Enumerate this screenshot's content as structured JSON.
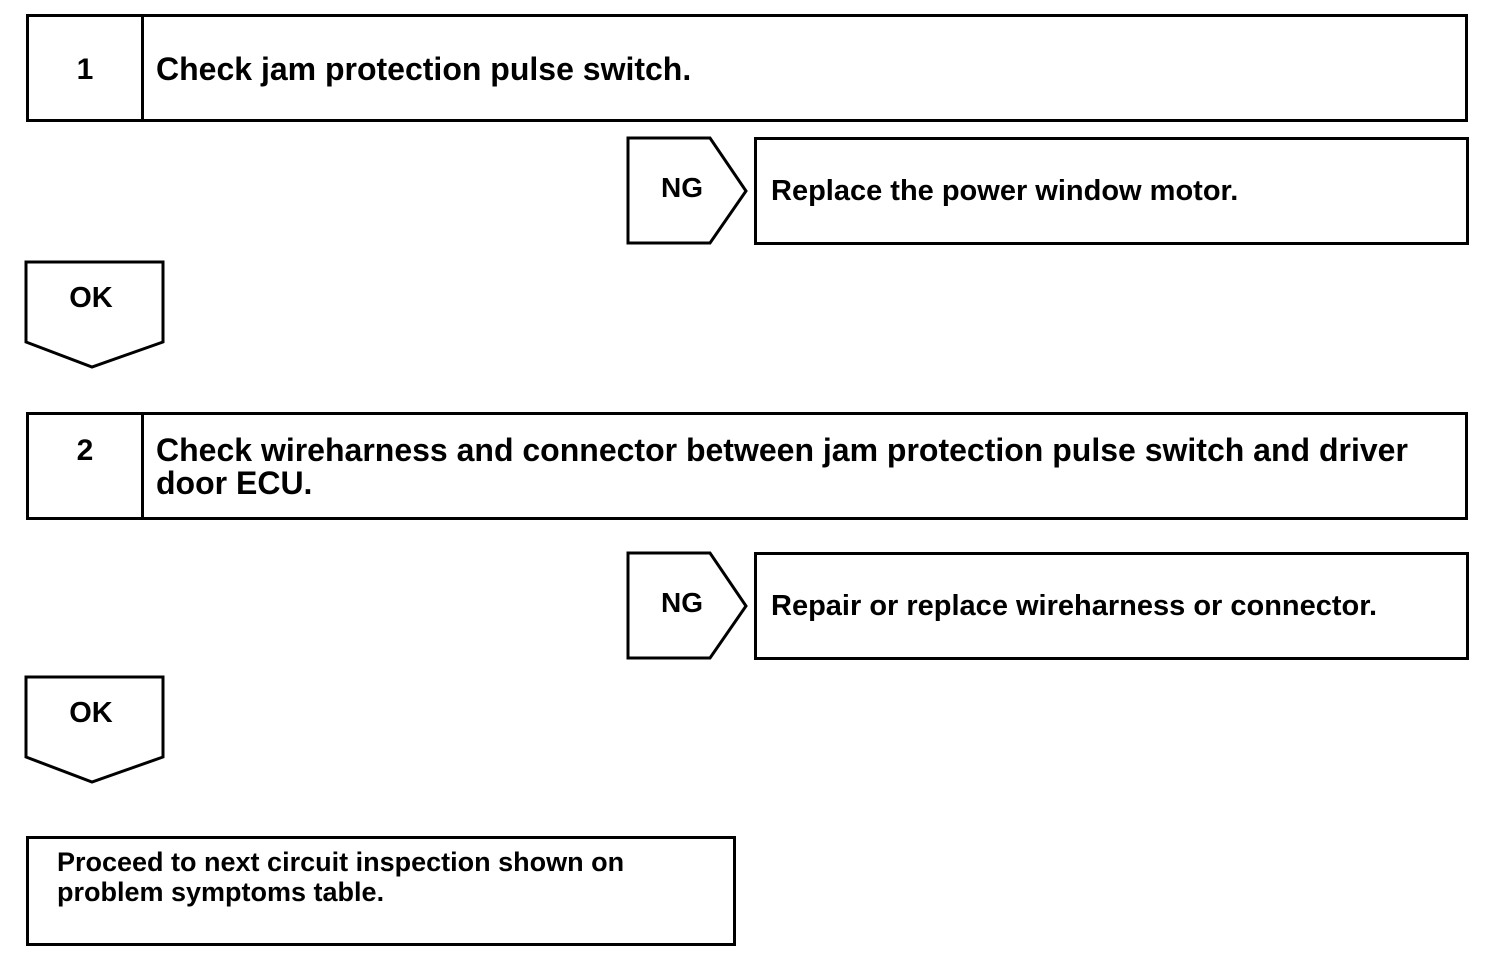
{
  "steps": [
    {
      "number": "1",
      "text": "Check jam protection pulse switch."
    },
    {
      "number": "2",
      "text": "Check wireharness and connector between jam protection pulse switch and driver door ECU."
    }
  ],
  "branches": [
    {
      "ng_label": "NG",
      "ng_action": "Replace the power window motor.",
      "ok_label": "OK"
    },
    {
      "ng_label": "NG",
      "ng_action": "Repair or replace wireharness or connector.",
      "ok_label": "OK"
    }
  ],
  "final_step": "Proceed to next circuit inspection shown on problem symptoms table."
}
